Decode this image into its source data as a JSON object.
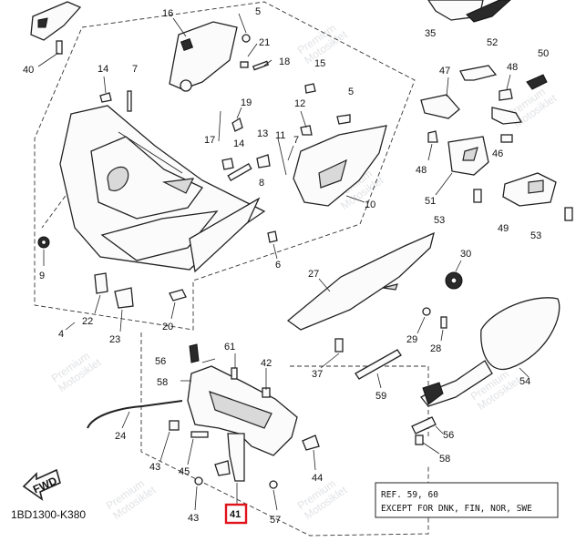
{
  "diagram": {
    "code": "1BD1300-K380",
    "note_line1": "REF. 59, 60",
    "note_line2": "EXCEPT FOR DNK, FIN, NOR, SWE",
    "fwd_label": "FWD",
    "watermark_line1": "Premium",
    "watermark_line2": "Motosiklet",
    "highlight_color": "#e0121b",
    "callouts": {
      "c16": "16",
      "c5a": "5",
      "c21": "21",
      "c18": "18",
      "c19": "19",
      "c17": "17",
      "c14a": "14",
      "c7": "7",
      "c40": "40",
      "c35": "35",
      "c52": "52",
      "c50": "50",
      "c48a": "48",
      "c47": "47",
      "c15": "15",
      "c5b": "5",
      "c12": "12",
      "c13": "13",
      "c11": "11",
      "c14b": "14",
      "c8": "8",
      "c10": "10",
      "c48b": "48",
      "c46": "46",
      "c51": "51",
      "c53a": "53",
      "c49": "49",
      "c53b": "53",
      "c9": "9",
      "c6": "6",
      "c27": "27",
      "c30": "30",
      "c22": "22",
      "c23": "23",
      "c20": "20",
      "c4": "4",
      "c29": "29",
      "c28": "28",
      "c56a": "56",
      "c61": "61",
      "c42": "42",
      "c37": "37",
      "c58a": "58",
      "c54": "54",
      "c59": "59",
      "c24": "24",
      "c43a": "43",
      "c56b": "56",
      "c45": "45",
      "c58b": "58",
      "c44": "44",
      "c43b": "43",
      "c41": "41",
      "c57": "57"
    }
  }
}
